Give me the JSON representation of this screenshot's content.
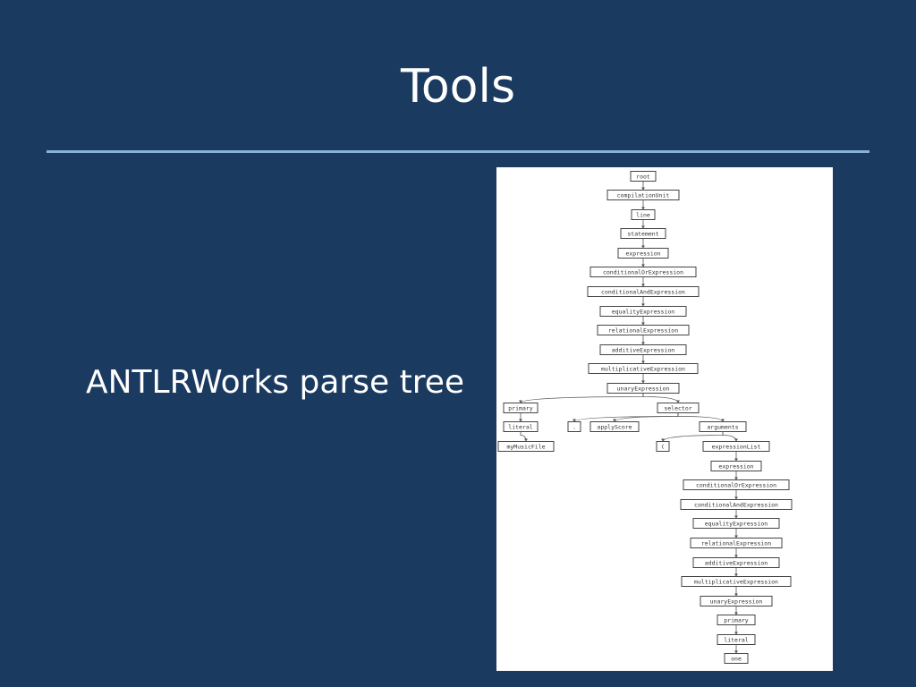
{
  "slide": {
    "title": "Tools",
    "body_text": "ANTLRWorks parse tree"
  },
  "parse_tree": {
    "nodes": {
      "root": "root",
      "compilationUnit": "compilationUnit",
      "line": "line",
      "statement": "statement",
      "expression": "expression",
      "conditionalOrExpression": "conditionalOrExpression",
      "conditionalAndExpression": "conditionalAndExpression",
      "equalityExpression": "equalityExpression",
      "relationalExpression": "relationalExpression",
      "additiveExpression": "additiveExpression",
      "multiplicativeExpression": "multiplicativeExpression",
      "unaryExpression": "unaryExpression",
      "primary": "primary",
      "selector": "selector",
      "literal": "literal",
      "myMusicFile": "myMusicFile",
      "dot": ".",
      "applyScore": "applyScore",
      "arguments": "arguments",
      "lparen": "(",
      "expressionList": "expressionList",
      "expression2": "expression",
      "conditionalOrExpression2": "conditionalOrExpression",
      "conditionalAndExpression2": "conditionalAndExpression",
      "equalityExpression2": "equalityExpression",
      "relationalExpression2": "relationalExpression",
      "additiveExpression2": "additiveExpression",
      "multiplicativeExpression2": "multiplicativeExpression",
      "unaryExpression2": "unaryExpression",
      "primary2": "primary",
      "literal2": "literal",
      "one": "one"
    }
  }
}
